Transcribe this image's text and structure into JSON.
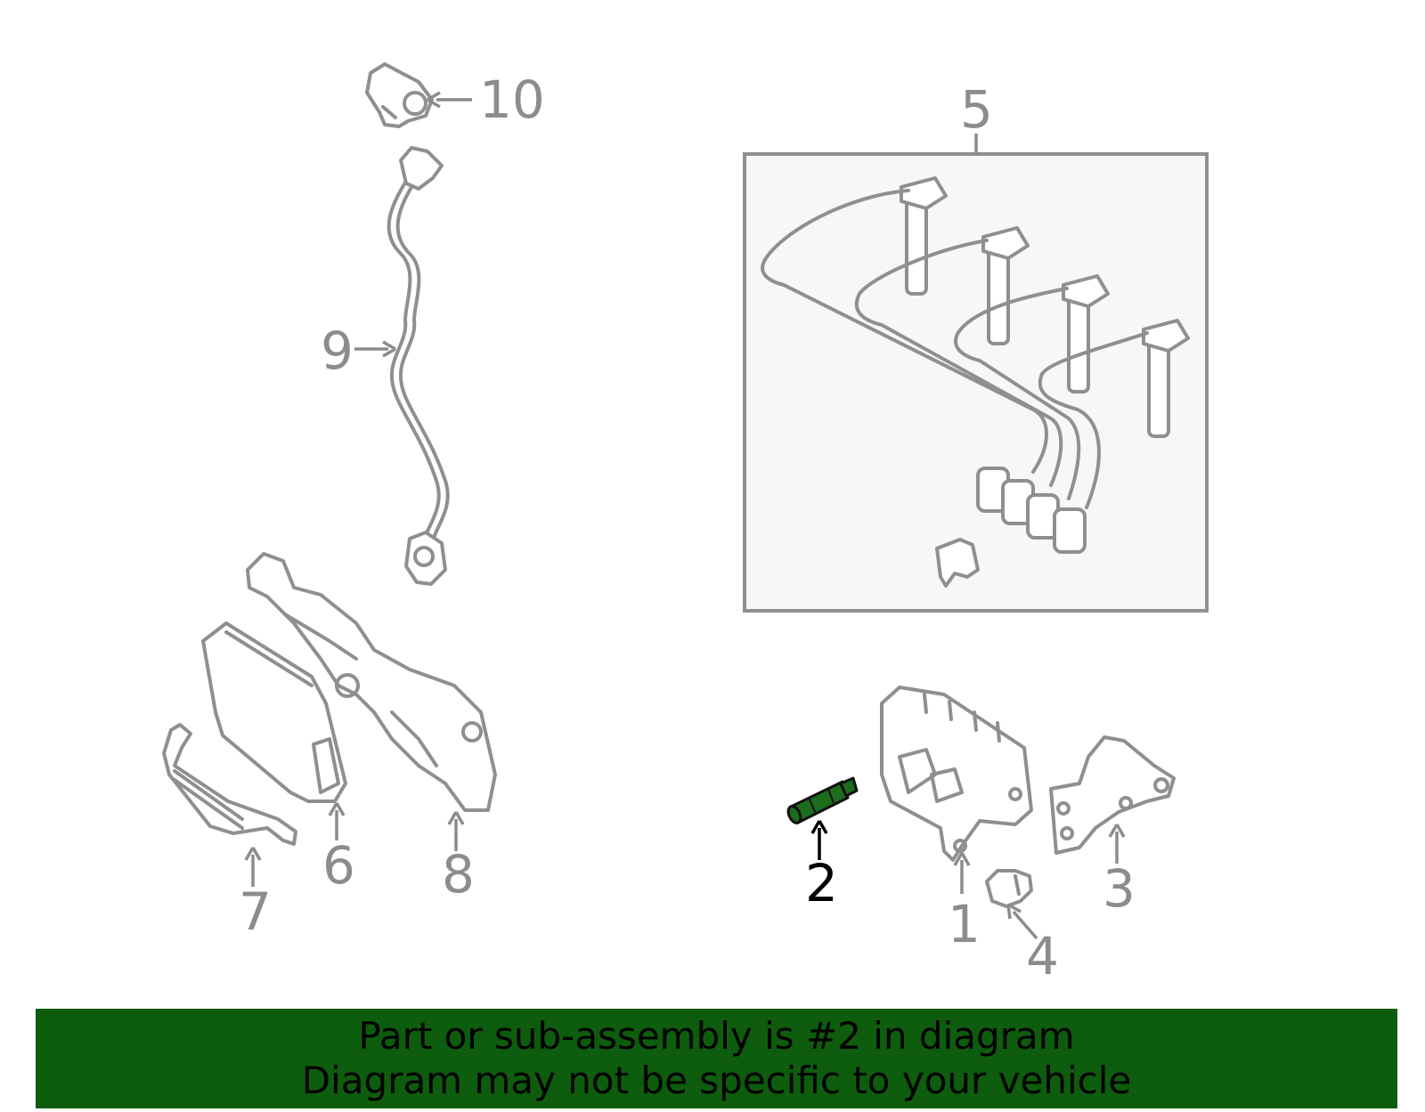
{
  "callouts": {
    "c1": "1",
    "c2": "2",
    "c3": "3",
    "c4": "4",
    "c5": "5",
    "c6": "6",
    "c7": "7",
    "c8": "8",
    "c9": "9",
    "c10": "10"
  },
  "highlighted_part": "2",
  "colors": {
    "highlight": "#1d6b1d",
    "banner": "#0e5c0d",
    "line": "#8f8f8f"
  },
  "banner": {
    "line1": "Part or sub-assembly is #2 in diagram",
    "line2": "Diagram may not be specific to your vehicle"
  }
}
